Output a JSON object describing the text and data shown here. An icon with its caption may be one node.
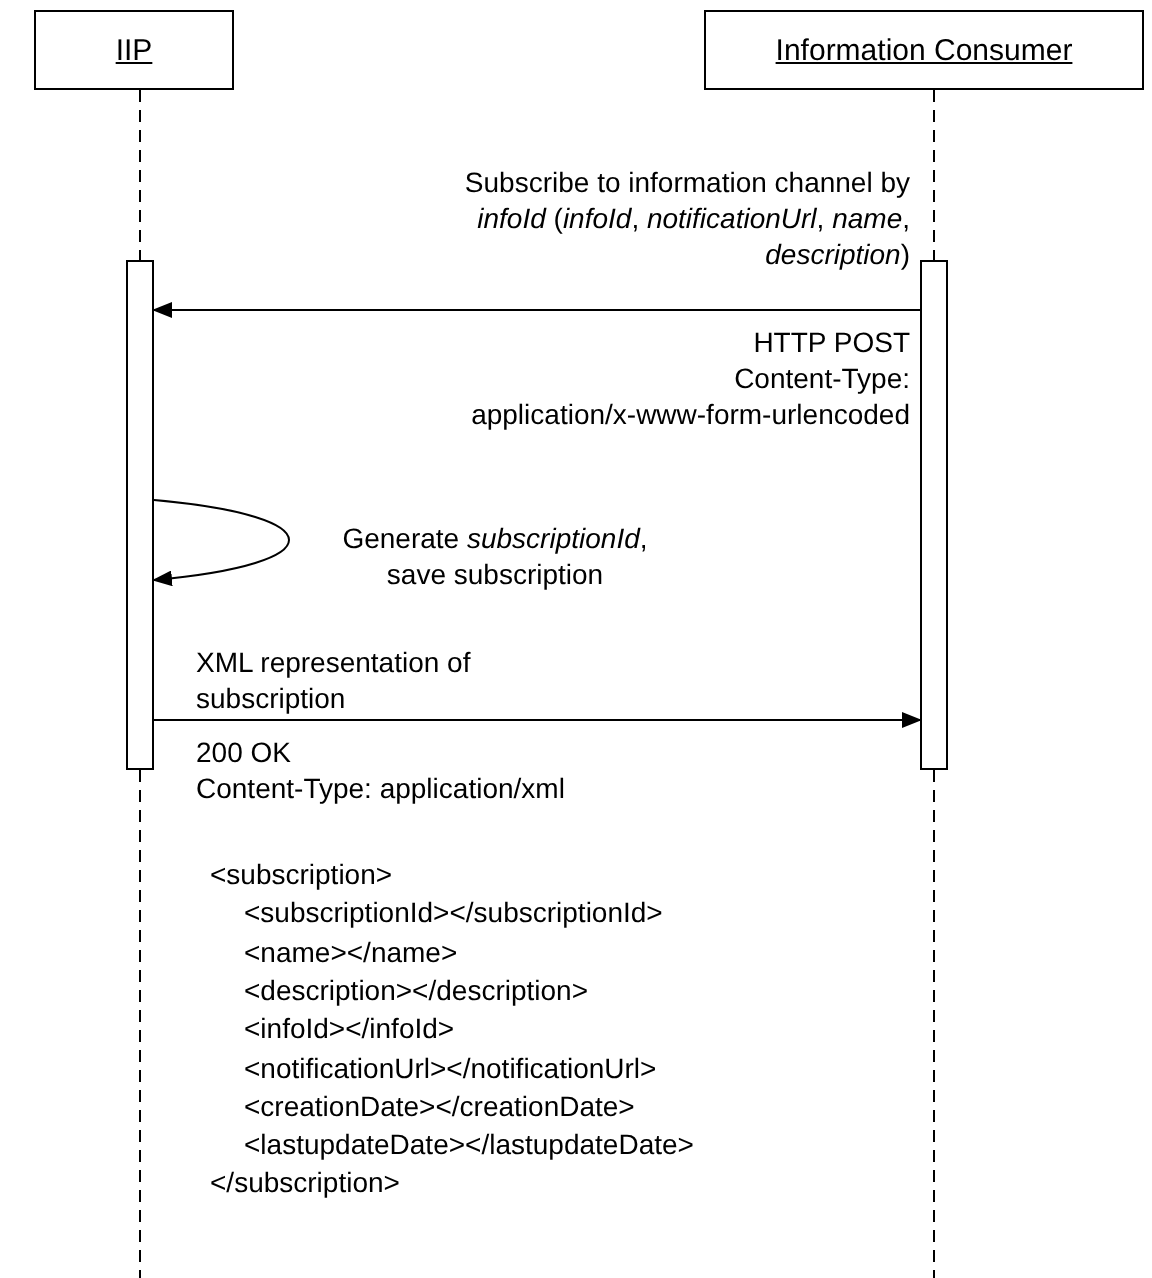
{
  "diagram": {
    "nodes": [
      {
        "text": [
          "IIP"
        ]
      },
      {
        "text": [
          "Information Consumer"
        ]
      },
      {
        "text": [],
        "shape": "bar"
      },
      {
        "text": [],
        "shape": "bar"
      }
    ],
    "edges": [
      {
        "from": 3,
        "to": 2,
        "arrow": "to",
        "label": "Subscribe to information channel by *infoId* (*infoId*, *notificationUrl*, *name*, *description*)"
      },
      {
        "from": 2,
        "to": 2,
        "arrow": "to",
        "label": "Generate *subscriptionId*, save subscription"
      },
      {
        "from": 2,
        "to": 3,
        "arrow": "to",
        "label": "XML representation of subscription"
      }
    ],
    "labels": [
      "HTTP POST",
      "Content-Type: application/x-www-form-urlencoded",
      "200 OK",
      "Content-Type: application/xml",
      "<subscription>",
      "<subscriptionId></subscriptionId>",
      "<name></name>",
      "<description></description>",
      "<infoId></infoId>",
      "<notificationUrl></notificationUrl>",
      "<creationDate></creationDate>",
      "<lastupdateDate></lastupdateDate>",
      "</subscription>"
    ]
  }
}
